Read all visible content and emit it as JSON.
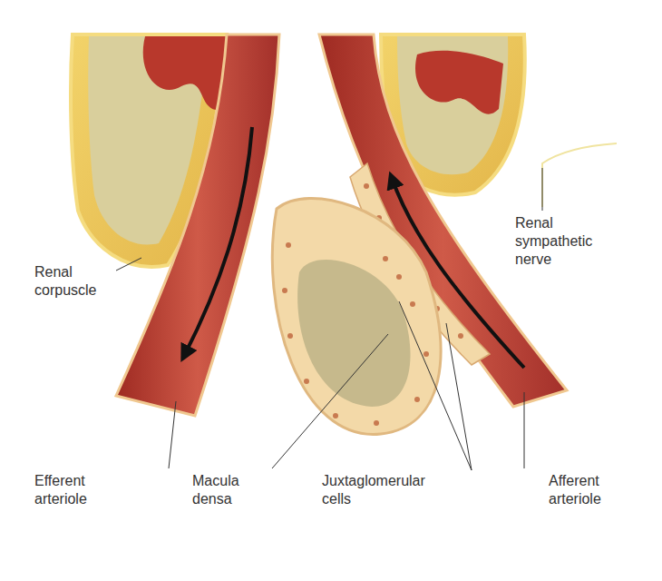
{
  "diagram": {
    "labels": [
      "Renal corpuscle",
      "Renal sympathetic nerve",
      "Efferent arteriole",
      "Macula densa",
      "Juxtaglomerular cells",
      "Afferent arteriole"
    ]
  }
}
